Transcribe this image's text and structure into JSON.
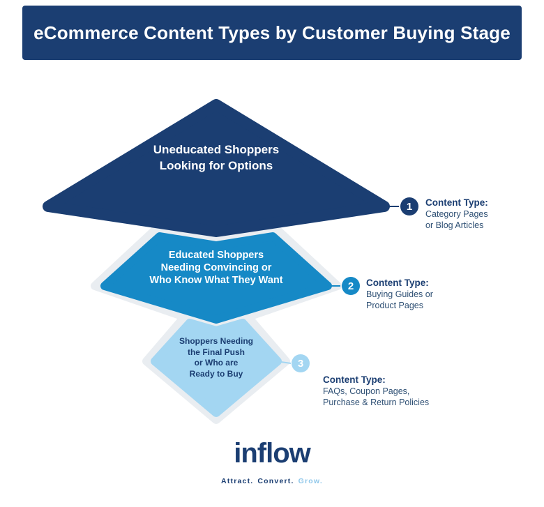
{
  "header": {
    "title": "eCommerce Content Types by Customer Buying Stage",
    "bg_color": "#1B3E72",
    "text_color": "#FFFFFF"
  },
  "funnel": {
    "shadow_color": "#E9EDF1",
    "stages": [
      {
        "color": "#1B3E72",
        "text_color": "#FFFFFF",
        "lines": [
          "Uneducated Shoppers",
          "Looking for Options"
        ]
      },
      {
        "color": "#1689C6",
        "text_color": "#FFFFFF",
        "lines": [
          "Educated Shoppers",
          "Needing Convincing or",
          "Who Know What They Want"
        ]
      },
      {
        "color": "#A3D6F2",
        "text_color": "#1B3E72",
        "lines": [
          "Shoppers Needing",
          "the Final Push",
          "or Who are",
          "Ready to Buy"
        ]
      }
    ]
  },
  "callouts": [
    {
      "number": "1",
      "color": "#1B3E72",
      "label": "Content Type:",
      "details": [
        "Category Pages",
        "or Blog Articles"
      ]
    },
    {
      "number": "2",
      "color": "#1689C6",
      "label": "Content Type:",
      "details": [
        "Buying Guides or",
        "Product Pages"
      ]
    },
    {
      "number": "3",
      "color": "#A3D6F2",
      "label": "Content Type:",
      "details": [
        "FAQs, Coupon Pages,",
        "Purchase & Return Policies"
      ]
    }
  ],
  "footer": {
    "logo_text": "inflow",
    "tagline": [
      "Attract.",
      "Convert.",
      "Grow."
    ],
    "tagline_accent_color": "#8FC7EA"
  }
}
